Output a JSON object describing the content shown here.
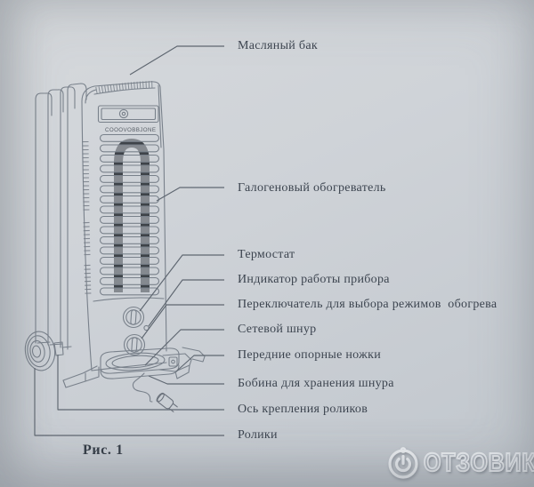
{
  "figure": {
    "caption": "Рис. 1",
    "brand_text": "COOOVOBBJONE"
  },
  "labels": [
    {
      "id": "oil-tank",
      "text": "Масляный бак"
    },
    {
      "id": "halogen-heater",
      "text": "Галогеновый обогреватель"
    },
    {
      "id": "thermostat",
      "text": "Термостат"
    },
    {
      "id": "indicator",
      "text": "Индикатор работы прибора"
    },
    {
      "id": "mode-switch",
      "text": "Переключатель для выбора режимов  обогрева"
    },
    {
      "id": "power-cord",
      "text": "Сетевой шнур"
    },
    {
      "id": "front-legs",
      "text": "Передние опорные ножки"
    },
    {
      "id": "cord-spool",
      "text": "Бобина для хранения шнура"
    },
    {
      "id": "roller-axle",
      "text": "Ось крепления роликов"
    },
    {
      "id": "rollers",
      "text": "Ролики"
    }
  ],
  "watermark": {
    "text": "ОТЗОВИК",
    "logo": "power-button-icon"
  },
  "colors": {
    "paper": "#cdd2d7",
    "line_ink": "#79818b",
    "leader_ink": "#5f6771",
    "label_text": "#3d4550",
    "halogen_dark": "#2e3339"
  }
}
